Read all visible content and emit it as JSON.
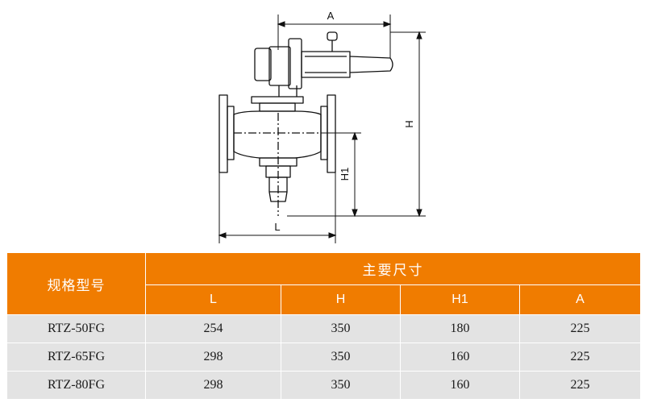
{
  "drawing": {
    "dimension_labels": {
      "A": "A",
      "H": "H",
      "H1": "H1",
      "L": "L"
    }
  },
  "table": {
    "model_header": "规格型号",
    "group_header": "主要尺寸",
    "columns": [
      "L",
      "H",
      "H1",
      "A"
    ],
    "rows": [
      {
        "model": "RTZ-50FG",
        "L": "254",
        "H": "350",
        "H1": "180",
        "A": "225"
      },
      {
        "model": "RTZ-65FG",
        "L": "298",
        "H": "350",
        "H1": "160",
        "A": "225"
      },
      {
        "model": "RTZ-80FG",
        "L": "298",
        "H": "350",
        "H1": "160",
        "A": "225"
      }
    ]
  },
  "colors": {
    "header_orange": "#f07c00",
    "row_gray": "#e3e3e3",
    "line": "#111111"
  }
}
